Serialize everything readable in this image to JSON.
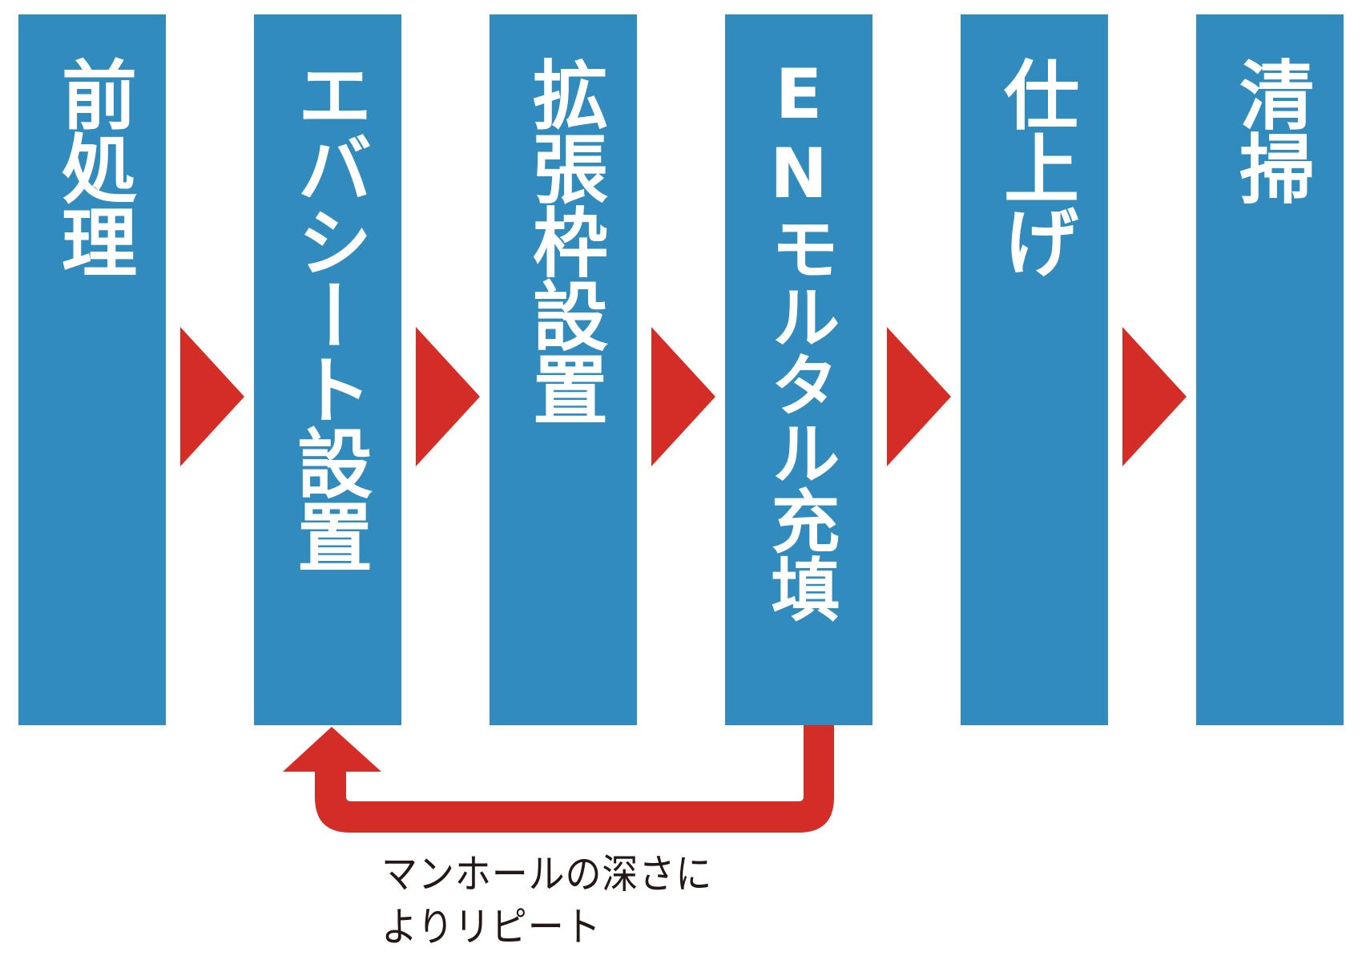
{
  "steps": [
    {
      "label": "前処理"
    },
    {
      "label": "エバシート設置"
    },
    {
      "label": "拡張枠設置"
    },
    {
      "label": "ENモルタル充填"
    },
    {
      "label": "仕上げ"
    },
    {
      "label": "清掃"
    }
  ],
  "loop_note": {
    "line1": "マンホールの深さに",
    "line2": "よりリピート"
  },
  "colors": {
    "box": "#318bbd",
    "arrow": "#d42d26",
    "text": "#ffffff"
  }
}
